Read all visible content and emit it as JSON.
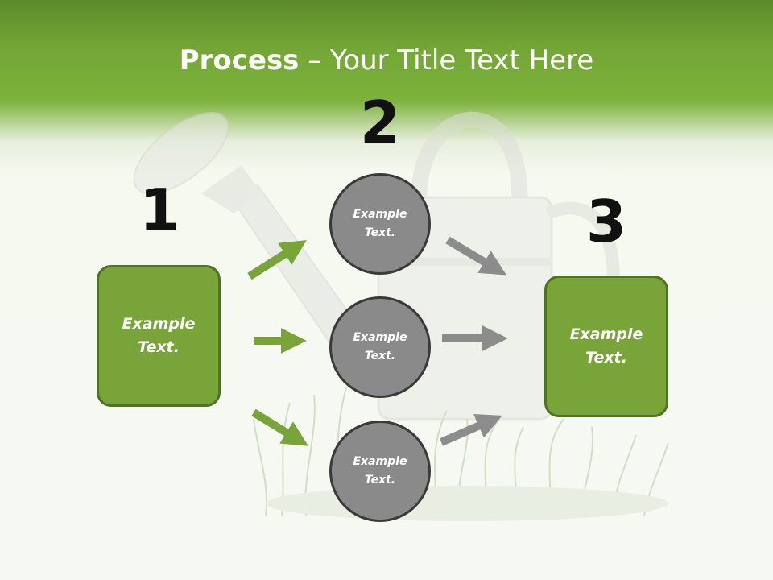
{
  "title": {
    "bold": "Process",
    "rest": " – Your Title Text Here"
  },
  "steps": {
    "one": "1",
    "two": "2",
    "three": "3"
  },
  "left_box": {
    "line1": "Example",
    "line2": "Text."
  },
  "right_box": {
    "line1": "Example",
    "line2": "Text."
  },
  "circles": [
    {
      "line1": "Example",
      "line2": "Text."
    },
    {
      "line1": "Example",
      "line2": "Text."
    },
    {
      "line1": "Example",
      "line2": "Text."
    }
  ],
  "colors": {
    "green_box": "#78a43a",
    "green_arrow": "#78a43a",
    "gray_circle": "#8a8a8a",
    "gray_arrow": "#8c8c8c",
    "header_green": "#73a636"
  }
}
